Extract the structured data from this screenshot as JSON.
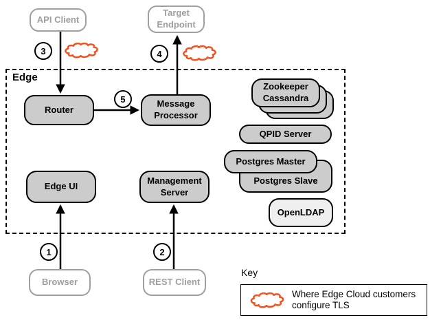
{
  "diagram": {
    "region_label": "Edge",
    "external_nodes": {
      "api_client": "API Client",
      "target_endpoint": "Target Endpoint",
      "browser": "Browser",
      "rest_client": "REST Client"
    },
    "internal_nodes": {
      "router": "Router",
      "message_processor": "Message Processor",
      "zookeeper": "Zookeeper",
      "cassandra": "Cassandra",
      "qpid_server": "QPID Server",
      "postgres_master": "Postgres Master",
      "postgres_slave": "Postgres Slave",
      "openldap": "OpenLDAP",
      "edge_ui": "Edge UI",
      "management_server": "Management Server"
    },
    "step_markers": {
      "step1": "1",
      "step2": "2",
      "step3": "3",
      "step4": "4",
      "step5": "5"
    },
    "key": {
      "title": "Key",
      "entry_text": "Where Edge Cloud customers configure TLS"
    },
    "colors": {
      "node_fill": "#cccccc",
      "openldap_fill": "#efefef",
      "node_border": "#000000",
      "external_border": "#a0a0a0",
      "external_text": "#9e9e9e",
      "tls_cloud": "#f4511e"
    }
  }
}
